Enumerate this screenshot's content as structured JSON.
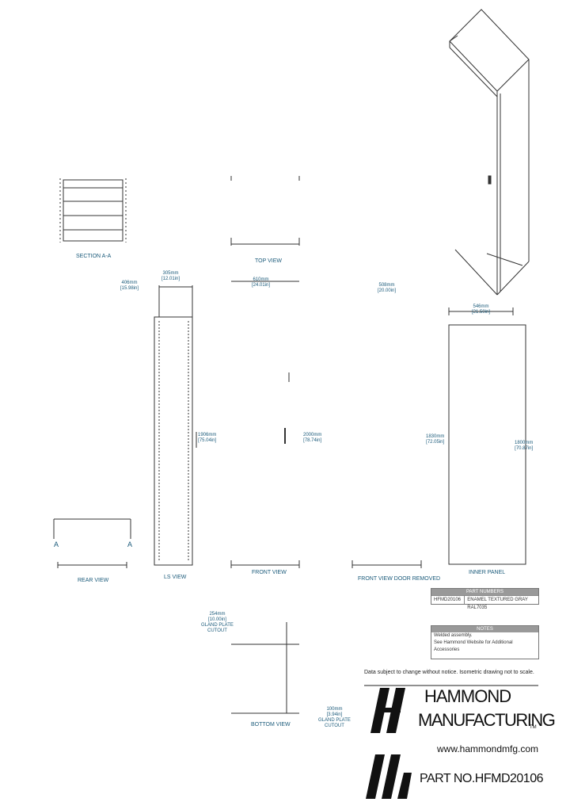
{
  "views": {
    "section": "SECTION A-A",
    "top": "TOP VIEW",
    "rear": "REAR VIEW",
    "ls": "LS VIEW",
    "front": "FRONT VIEW",
    "front_door_removed": "FRONT VIEW DOOR REMOVED",
    "inner_panel": "INNER PANEL",
    "bottom": "BOTTOM VIEW"
  },
  "dimensions": {
    "d1": "305mm\n[12.01in]",
    "d2": "406mm\n[15.98in]",
    "d3": "610mm\n[24.01in]",
    "d4": "508mm\n[20.00in]",
    "d5": "546mm\n[21.50in]",
    "d6": "2000mm\n[78.74in]",
    "d7": "1906mm\n[75.04in]",
    "d8": "1830mm\n[72.05in]",
    "d9": "1800mm\n[70.87in]",
    "d10": "254mm\n[10.00in]\nGLAND PLATE\nCUTOUT",
    "d11": "100mm\n[3.94in]\nGLAND PLATE\nCUTOUT",
    "section_a": "A",
    "section_a2": "A"
  },
  "part_numbers": {
    "header": "PART NUMBERS",
    "rows": [
      {
        "part": "HFMD20106",
        "desc": "ENAMEL TEXTURED GRAY RAL7035"
      }
    ]
  },
  "notes": {
    "header": "NOTES",
    "lines": [
      "Welded assembly.",
      "See Hammond Website for Additional Accessories"
    ]
  },
  "disclaimer": "Data subject to change without notice. Isometric drawing not to scale.",
  "brand": {
    "name_line1": "HAMMOND",
    "name_line2": "MANUFACTURING",
    "tm": "TM",
    "website": "www.hammondmfg.com",
    "part_no": "PART NO.HFMD20106"
  }
}
